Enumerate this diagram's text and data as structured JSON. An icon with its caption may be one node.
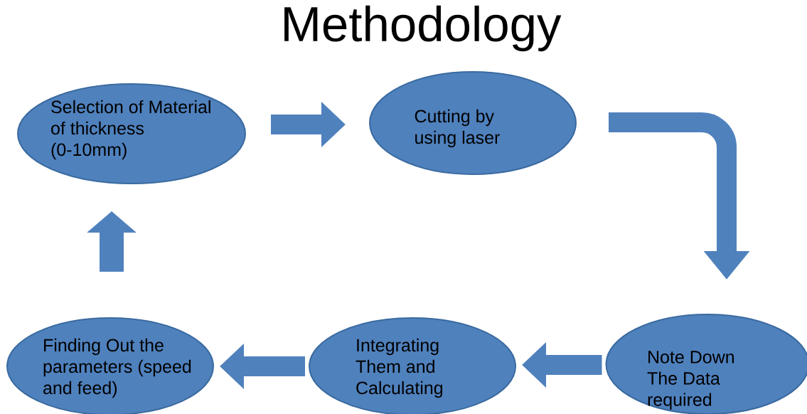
{
  "diagram": {
    "title": "Methodology",
    "nodes": [
      {
        "text": [
          "Selection of Material of thickness (0-10mm)"
        ]
      },
      {
        "text": [
          "Cutting by using laser"
        ]
      },
      {
        "text": [
          "Note Down The Data required"
        ]
      },
      {
        "text": [
          "Integrating Them and Calculating"
        ]
      },
      {
        "text": [
          "Finding Out the parameters (speed and feed)"
        ]
      }
    ],
    "edges": [
      {
        "from": 0,
        "to": 1,
        "arrow": "to"
      },
      {
        "from": 1,
        "to": 2,
        "arrow": "to"
      },
      {
        "from": 2,
        "to": 3,
        "arrow": "to"
      },
      {
        "from": 3,
        "to": 4,
        "arrow": "to"
      },
      {
        "from": 4,
        "to": 0,
        "arrow": "to"
      }
    ]
  }
}
